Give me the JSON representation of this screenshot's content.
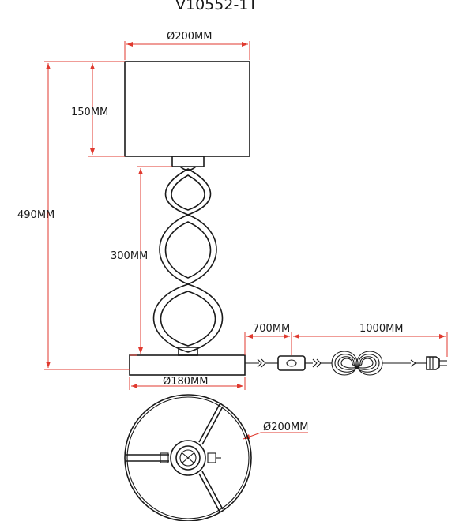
{
  "drawing": {
    "model_code": "V10552-1T",
    "dimensions": {
      "shade_diameter": "Ø200MM",
      "shade_height": "150MM",
      "total_height": "490MM",
      "body_height": "300MM",
      "cable_to_switch": "700MM",
      "switch_to_plug": "1000MM",
      "base_diameter": "Ø180MM",
      "top_view_diameter": "Ø200MM"
    },
    "colors": {
      "outline": "#1a1a1a",
      "dimension_line": "#e03a2f",
      "background": "#ffffff"
    }
  }
}
